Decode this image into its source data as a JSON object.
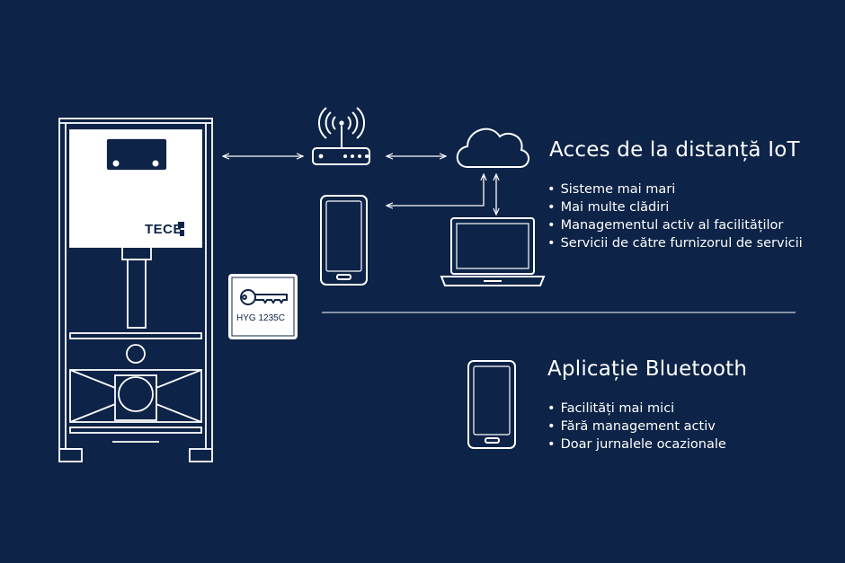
{
  "brand": "TECE",
  "key_card": {
    "label": "HYG 1235C"
  },
  "iot": {
    "title": "Acces de la distanță IoT",
    "items": [
      "Sisteme mai mari",
      "Mai multe clădiri",
      "Managementul activ al facilităților",
      "Servicii de către furnizorul de servicii"
    ]
  },
  "bluetooth": {
    "title": "Aplicație Bluetooth",
    "items": [
      "Facilități mai mici",
      "Fără management activ",
      "Doar jurnalele ocazionale"
    ]
  },
  "colors": {
    "background": "#0d2347",
    "foreground": "#ffffff",
    "panel": "#ffffff"
  },
  "icons": [
    "installation-frame-icon",
    "router-icon",
    "cloud-icon",
    "smartphone-icon",
    "laptop-icon",
    "key-card-icon",
    "arrow-icon"
  ]
}
